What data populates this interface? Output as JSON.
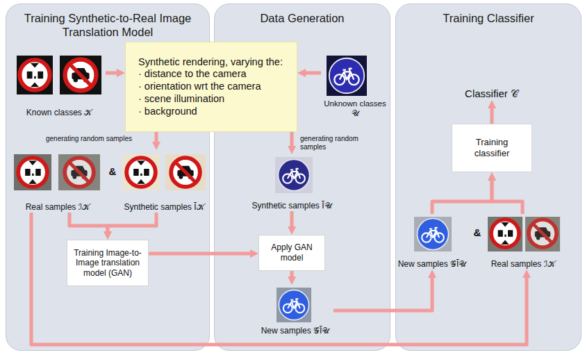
{
  "diagram": {
    "nodes": [
      {
        "text": [
          "Training Synthetic-to-Real Image Translation Model"
        ]
      },
      {
        "text": [
          "Data Generation"
        ]
      },
      {
        "text": [
          "Training Classifier"
        ]
      },
      {
        "text": [
          "Synthetic rendering, varying the:",
          "· distance to the camera",
          "· orientation wrt the camera",
          "· scene illumination",
          "· background"
        ]
      },
      {
        "text": [
          "Known classes 𝒦"
        ],
        "in": 0
      },
      {
        "text": [
          "Unknown classes 𝒰"
        ],
        "in": 1
      },
      {
        "text": [
          "Real samples ℐ𝒦"
        ],
        "in": 0
      },
      {
        "text": [
          "Synthetic samples Ĩ𝒦"
        ],
        "in": 0
      },
      {
        "text": [
          "Training Image-to-Image translation model (GAN)"
        ],
        "in": 0
      },
      {
        "text": [
          "Synthetic samples Ĩ𝒰"
        ],
        "in": 1
      },
      {
        "text": [
          "Apply GAN model"
        ],
        "in": 1
      },
      {
        "text": [
          "New samples 𝒢Ĩ𝒰"
        ],
        "in": 1
      },
      {
        "text": [
          "Classifier 𝒞"
        ],
        "in": 2
      },
      {
        "text": [
          "Training classifier"
        ],
        "in": 2
      },
      {
        "text": [
          "New samples 𝒢Ĩ𝒰"
        ],
        "in": 2
      },
      {
        "text": [
          "Real samples ℐ𝒦"
        ],
        "in": 2
      }
    ],
    "edges": [
      {
        "from": 4,
        "to": 3,
        "arrow": "to"
      },
      {
        "from": 5,
        "to": 3,
        "arrow": "to"
      },
      {
        "from": 3,
        "to": 7,
        "arrow": "to"
      },
      {
        "from": 3,
        "to": 9,
        "arrow": "to"
      },
      {
        "from": 6,
        "to": 8,
        "arrow": "to"
      },
      {
        "from": 7,
        "to": 8,
        "arrow": "to"
      },
      {
        "from": 8,
        "to": 10,
        "arrow": "to"
      },
      {
        "from": 9,
        "to": 10,
        "arrow": "to"
      },
      {
        "from": 10,
        "to": 11,
        "arrow": "to"
      },
      {
        "from": 11,
        "to": 14,
        "arrow": "to"
      },
      {
        "from": 6,
        "to": 15,
        "arrow": "to"
      },
      {
        "from": 14,
        "to": 13,
        "arrow": "to"
      },
      {
        "from": 15,
        "to": 13,
        "arrow": "to"
      },
      {
        "from": 13,
        "to": 12,
        "arrow": "to"
      }
    ],
    "labels": [
      "generating random samples",
      "generating random samples",
      "&",
      "&"
    ]
  }
}
